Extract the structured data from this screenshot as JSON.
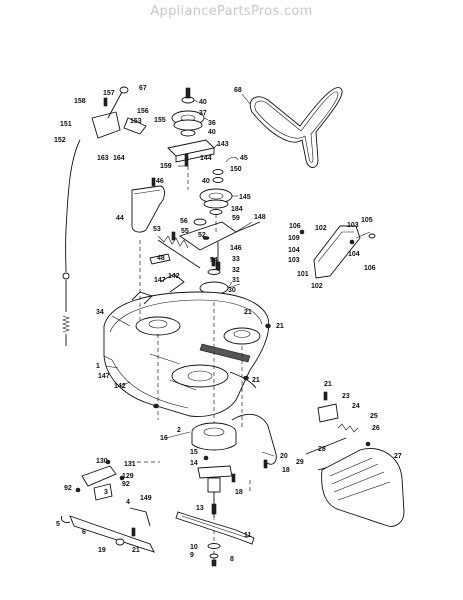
{
  "watermark": "AppliancePartsPros.com",
  "labels": [
    {
      "id": "l68",
      "text": "68"
    },
    {
      "id": "l40a",
      "text": "40"
    },
    {
      "id": "l37",
      "text": "37"
    },
    {
      "id": "l36",
      "text": "36"
    },
    {
      "id": "l40b",
      "text": "40"
    },
    {
      "id": "l143",
      "text": "143"
    },
    {
      "id": "l144",
      "text": "144"
    },
    {
      "id": "l159",
      "text": "159"
    },
    {
      "id": "l45",
      "text": "45"
    },
    {
      "id": "l150",
      "text": "150"
    },
    {
      "id": "l40c",
      "text": "40"
    },
    {
      "id": "l145",
      "text": "145"
    },
    {
      "id": "l184",
      "text": "184"
    },
    {
      "id": "l59",
      "text": "59"
    },
    {
      "id": "l148",
      "text": "148"
    },
    {
      "id": "l158",
      "text": "158"
    },
    {
      "id": "l157",
      "text": "157"
    },
    {
      "id": "l67",
      "text": "67"
    },
    {
      "id": "l156",
      "text": "156"
    },
    {
      "id": "l151",
      "text": "151"
    },
    {
      "id": "l153",
      "text": "153"
    },
    {
      "id": "l155",
      "text": "155"
    },
    {
      "id": "l152",
      "text": "152"
    },
    {
      "id": "l163",
      "text": "163"
    },
    {
      "id": "l164",
      "text": "164"
    },
    {
      "id": "l46",
      "text": "46"
    },
    {
      "id": "l44",
      "text": "44"
    },
    {
      "id": "l56",
      "text": "56"
    },
    {
      "id": "l55",
      "text": "55"
    },
    {
      "id": "l53",
      "text": "53"
    },
    {
      "id": "l52",
      "text": "52"
    },
    {
      "id": "l146",
      "text": "146"
    },
    {
      "id": "l48",
      "text": "48"
    },
    {
      "id": "l54",
      "text": "54"
    },
    {
      "id": "l33",
      "text": "33"
    },
    {
      "id": "l32",
      "text": "32"
    },
    {
      "id": "l31",
      "text": "31"
    },
    {
      "id": "l142a",
      "text": "142"
    },
    {
      "id": "l147a",
      "text": "147"
    },
    {
      "id": "l30",
      "text": "30"
    },
    {
      "id": "l21a",
      "text": "21"
    },
    {
      "id": "l34",
      "text": "34"
    },
    {
      "id": "l21b",
      "text": "21"
    },
    {
      "id": "l1",
      "text": "1"
    },
    {
      "id": "l147b",
      "text": "147"
    },
    {
      "id": "l142b",
      "text": "142"
    },
    {
      "id": "l21c",
      "text": "21"
    },
    {
      "id": "l2",
      "text": "2"
    },
    {
      "id": "l16",
      "text": "16"
    },
    {
      "id": "l15",
      "text": "15"
    },
    {
      "id": "l14",
      "text": "14"
    },
    {
      "id": "l20",
      "text": "20"
    },
    {
      "id": "l18a",
      "text": "18"
    },
    {
      "id": "l18b",
      "text": "18"
    },
    {
      "id": "l106a",
      "text": "106"
    },
    {
      "id": "l102a",
      "text": "102"
    },
    {
      "id": "l103a",
      "text": "103"
    },
    {
      "id": "l105",
      "text": "105"
    },
    {
      "id": "l109",
      "text": "109"
    },
    {
      "id": "l104a",
      "text": "104"
    },
    {
      "id": "l103b",
      "text": "103"
    },
    {
      "id": "l104b",
      "text": "104"
    },
    {
      "id": "l106b",
      "text": "106"
    },
    {
      "id": "l101",
      "text": "101"
    },
    {
      "id": "l102b",
      "text": "102"
    },
    {
      "id": "l21d",
      "text": "21"
    },
    {
      "id": "l23",
      "text": "23"
    },
    {
      "id": "l24",
      "text": "24"
    },
    {
      "id": "l25",
      "text": "25"
    },
    {
      "id": "l26",
      "text": "26"
    },
    {
      "id": "l28",
      "text": "28"
    },
    {
      "id": "l29",
      "text": "29"
    },
    {
      "id": "l27",
      "text": "27"
    },
    {
      "id": "l130",
      "text": "130"
    },
    {
      "id": "l131",
      "text": "131"
    },
    {
      "id": "l129",
      "text": "129"
    },
    {
      "id": "l92a",
      "text": "92"
    },
    {
      "id": "l92b",
      "text": "92"
    },
    {
      "id": "l3",
      "text": "3"
    },
    {
      "id": "l4",
      "text": "4"
    },
    {
      "id": "l149",
      "text": "149"
    },
    {
      "id": "l5",
      "text": "5"
    },
    {
      "id": "l6",
      "text": "6"
    },
    {
      "id": "l19",
      "text": "19"
    },
    {
      "id": "l21e",
      "text": "21"
    },
    {
      "id": "l13",
      "text": "13"
    },
    {
      "id": "l11",
      "text": "11"
    },
    {
      "id": "l10",
      "text": "10"
    },
    {
      "id": "l9",
      "text": "9"
    },
    {
      "id": "l8",
      "text": "8"
    }
  ]
}
